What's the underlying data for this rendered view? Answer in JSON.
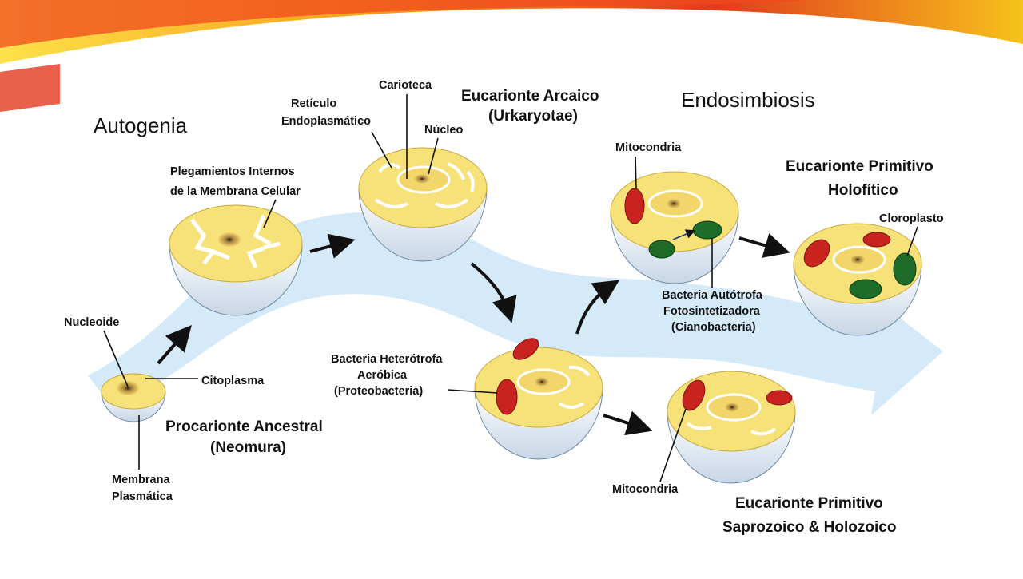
{
  "slide": {
    "title_left": "Autogenia",
    "title_right": "Endosimbiosis"
  },
  "stages": {
    "ancestral": {
      "name": "Procarionte Ancestral",
      "group": "(Neomura)"
    },
    "archaic": {
      "name": "Eucarionte Arcaico",
      "group": "(Urkaryotae)"
    },
    "holofitico": {
      "line1": "Eucarionte Primitivo",
      "line2": "Holofítico"
    },
    "saprozoico": {
      "line1": "Eucarionte Primitivo",
      "line2": "Saprozoico & Holozoico"
    }
  },
  "labels": {
    "nucleoide": "Nucleoide",
    "citoplasma": "Citoplasma",
    "membrana_1": "Membrana",
    "membrana_2": "Plasmática",
    "plegamientos_1": "Plegamientos Internos",
    "plegamientos_2": "de la Membrana Celular",
    "reticulo_1": "Retículo",
    "reticulo_2": "Endoplasmático",
    "carioteca": "Carioteca",
    "nucleo": "Núcleo",
    "bact_het_1": "Bacteria Heterótrofa",
    "bact_het_2": "Aeróbica",
    "bact_het_3": "(Proteobacteria)",
    "mitocondria_top": "Mitocondria",
    "mitocondria_bottom": "Mitocondria",
    "bact_aut_1": "Bacteria Autótrofa",
    "bact_aut_2": "Fotosintetizadora",
    "bact_aut_3": "(Cianobacteria)",
    "cloroplasto": "Cloroplasto"
  },
  "colors": {
    "cytoplasm": "#f7e27a",
    "membrane_shell": "#e8f0f8",
    "ribbon": "#cfe8f7",
    "mitochondria": "#c8231e",
    "chloroplast": "#1f6b2a",
    "banner_red": "#e23a1d",
    "banner_orange": "#f7a21b",
    "banner_yellow": "#fde14a"
  }
}
